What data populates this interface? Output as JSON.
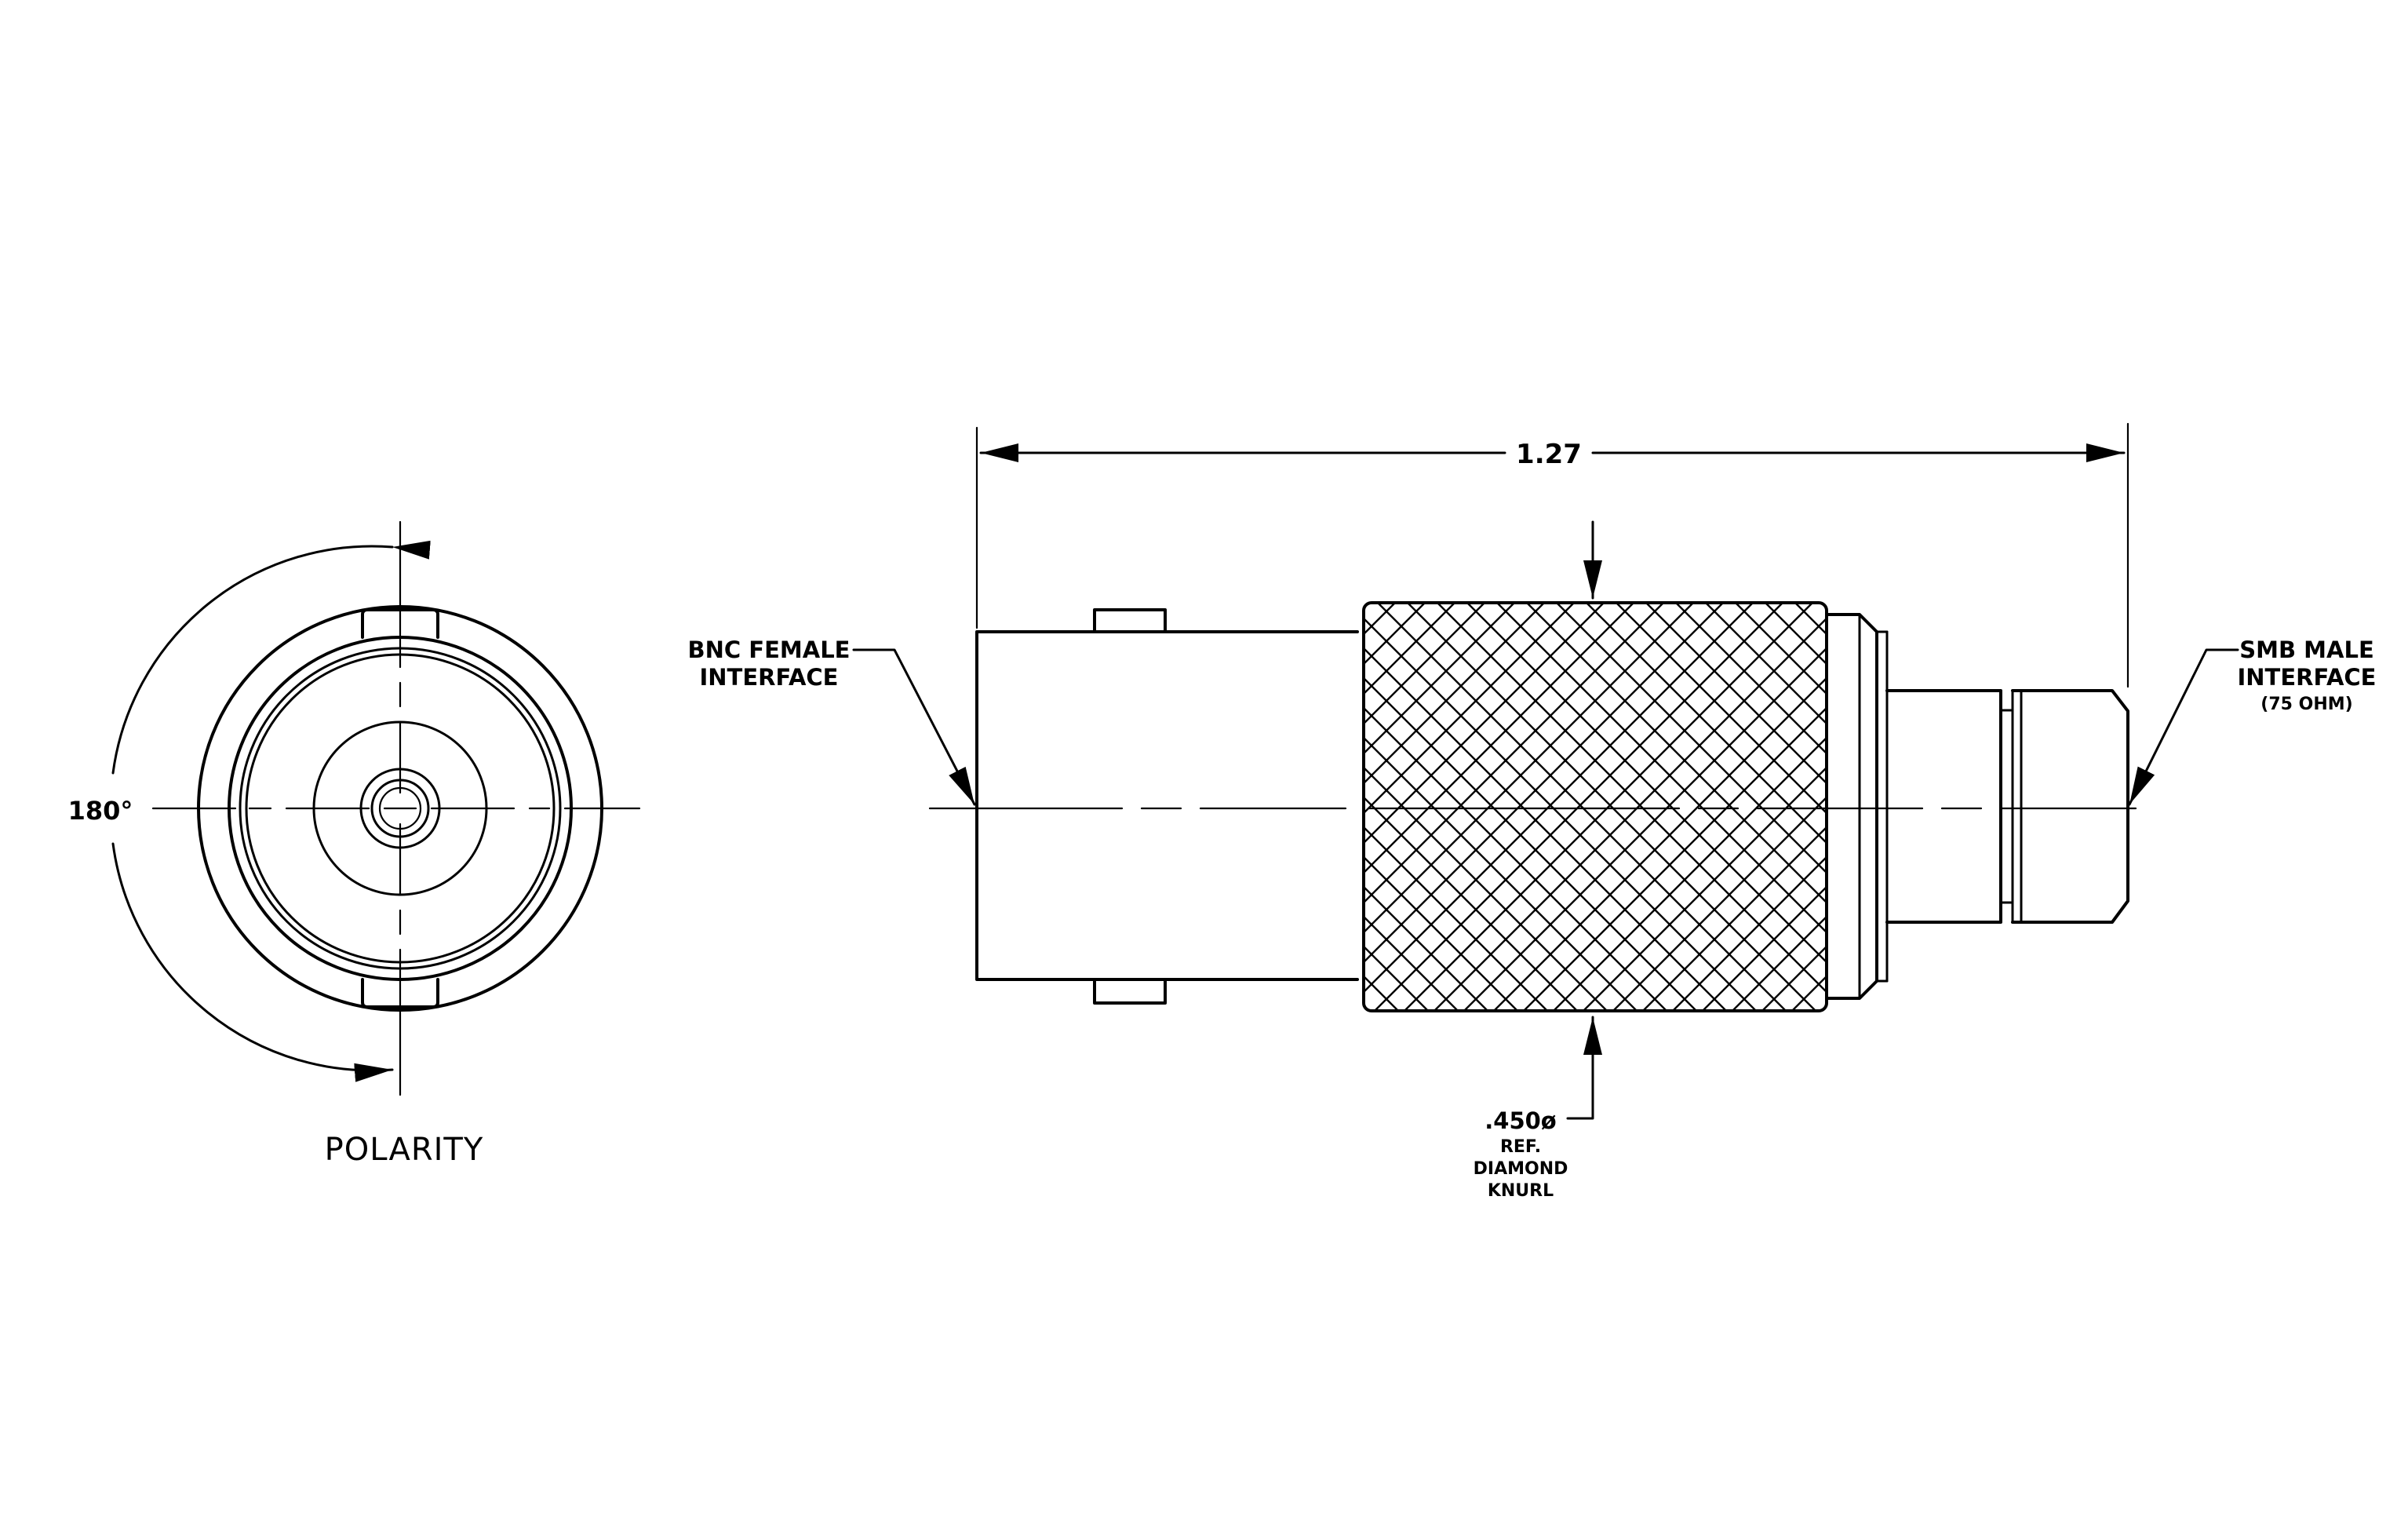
{
  "polarity_view": {
    "caption": "POLARITY",
    "angle_label": "180°"
  },
  "side_view": {
    "overall_length": "1.27",
    "bnc_label_line1": "BNC  FEMALE",
    "bnc_label_line2": "INTERFACE",
    "smb_label_line1": "SMB  MALE",
    "smb_label_line2": "INTERFACE",
    "smb_label_line3": "(75  OHM)",
    "knurl_dia": ".450ø",
    "knurl_line2": "REF.",
    "knurl_line3": "DIAMOND",
    "knurl_line4": "KNURL"
  }
}
